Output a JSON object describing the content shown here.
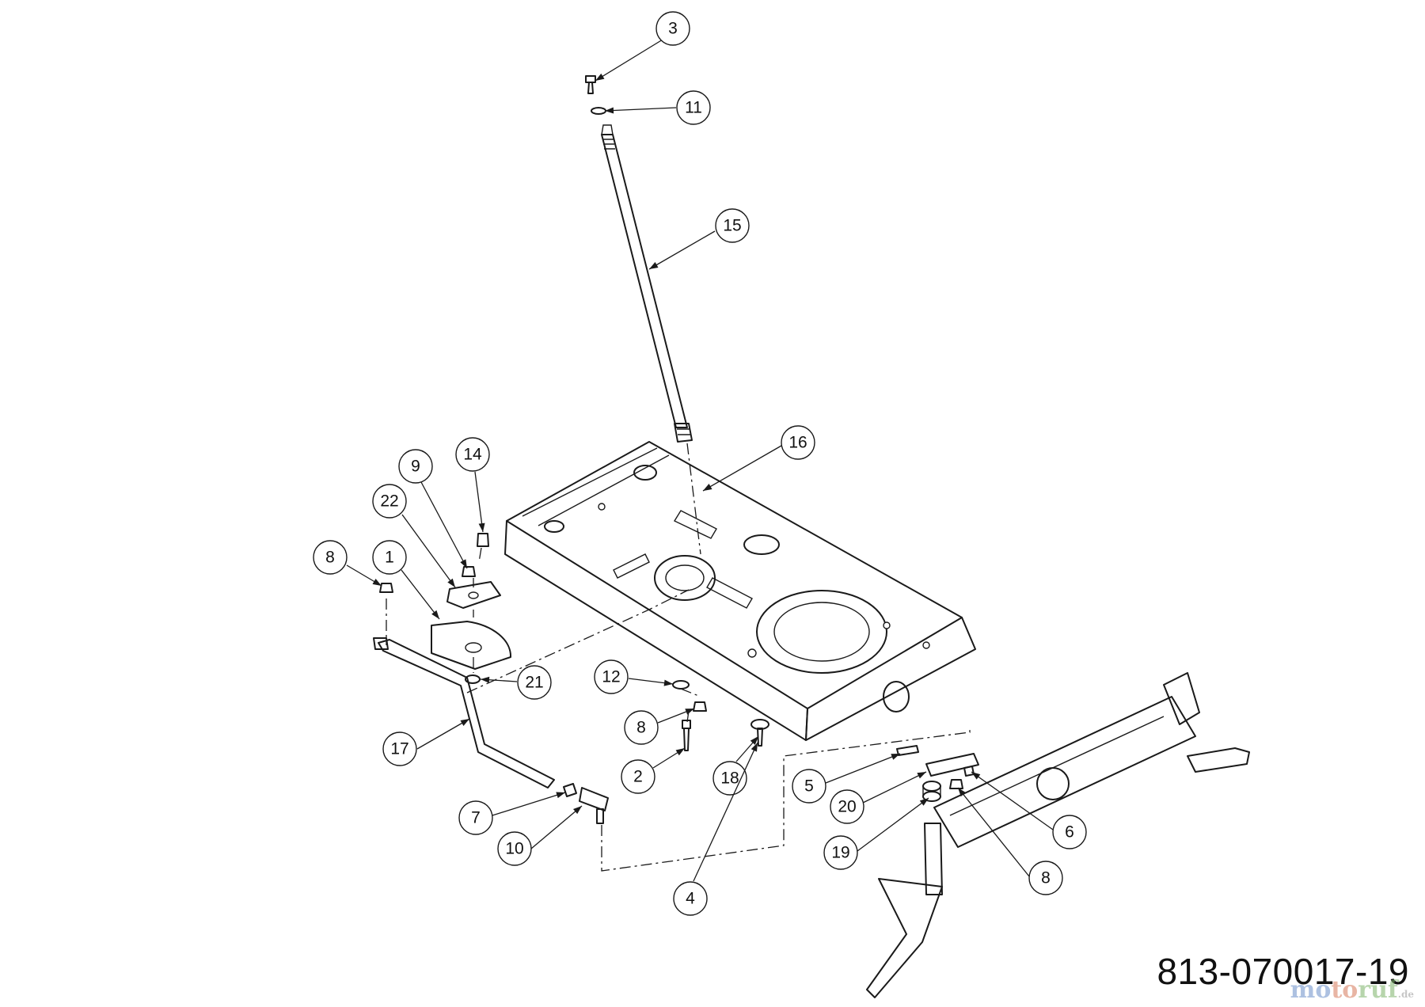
{
  "drawing_number": "813-070017-19",
  "watermark": {
    "logo_text": "motoruf",
    "domain_suffix": ".de"
  },
  "callouts": [
    {
      "id": "c-3",
      "label": "3"
    },
    {
      "id": "c-11",
      "label": "11"
    },
    {
      "id": "c-15",
      "label": "15"
    },
    {
      "id": "c-16",
      "label": "16"
    },
    {
      "id": "c-9",
      "label": "9"
    },
    {
      "id": "c-14",
      "label": "14"
    },
    {
      "id": "c-22",
      "label": "22"
    },
    {
      "id": "c-8a",
      "label": "8"
    },
    {
      "id": "c-1",
      "label": "1"
    },
    {
      "id": "c-21",
      "label": "21"
    },
    {
      "id": "c-17",
      "label": "17"
    },
    {
      "id": "c-12",
      "label": "12"
    },
    {
      "id": "c-8b",
      "label": "8"
    },
    {
      "id": "c-2",
      "label": "2"
    },
    {
      "id": "c-18",
      "label": "18"
    },
    {
      "id": "c-7",
      "label": "7"
    },
    {
      "id": "c-10",
      "label": "10"
    },
    {
      "id": "c-4",
      "label": "4"
    },
    {
      "id": "c-5",
      "label": "5"
    },
    {
      "id": "c-20",
      "label": "20"
    },
    {
      "id": "c-19",
      "label": "19"
    },
    {
      "id": "c-6",
      "label": "6"
    },
    {
      "id": "c-8c",
      "label": "8"
    }
  ]
}
